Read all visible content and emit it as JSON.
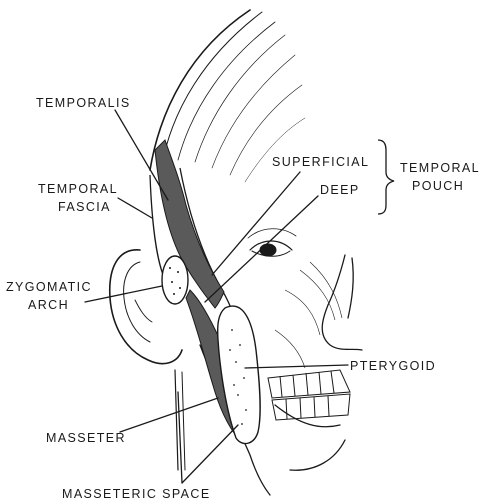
{
  "labels": {
    "temporalis": "TEMPORALIS",
    "temporal_fascia_1": "TEMPORAL",
    "temporal_fascia_2": "FASCIA",
    "zygomatic_arch_1": "ZYGOMATIC",
    "zygomatic_arch_2": "ARCH",
    "superficial": "SUPERFICIAL",
    "deep": "DEEP",
    "temporal_pouch_1": "TEMPORAL",
    "temporal_pouch_2": "POUCH",
    "pterygoid": "PTERYGOID",
    "masseter": "MASSETER",
    "masseteric_space": "MASSETERIC SPACE"
  },
  "colors": {
    "ink": "#1a1a1a",
    "muscle_fill": "#5a5a5a",
    "background": "#ffffff"
  }
}
